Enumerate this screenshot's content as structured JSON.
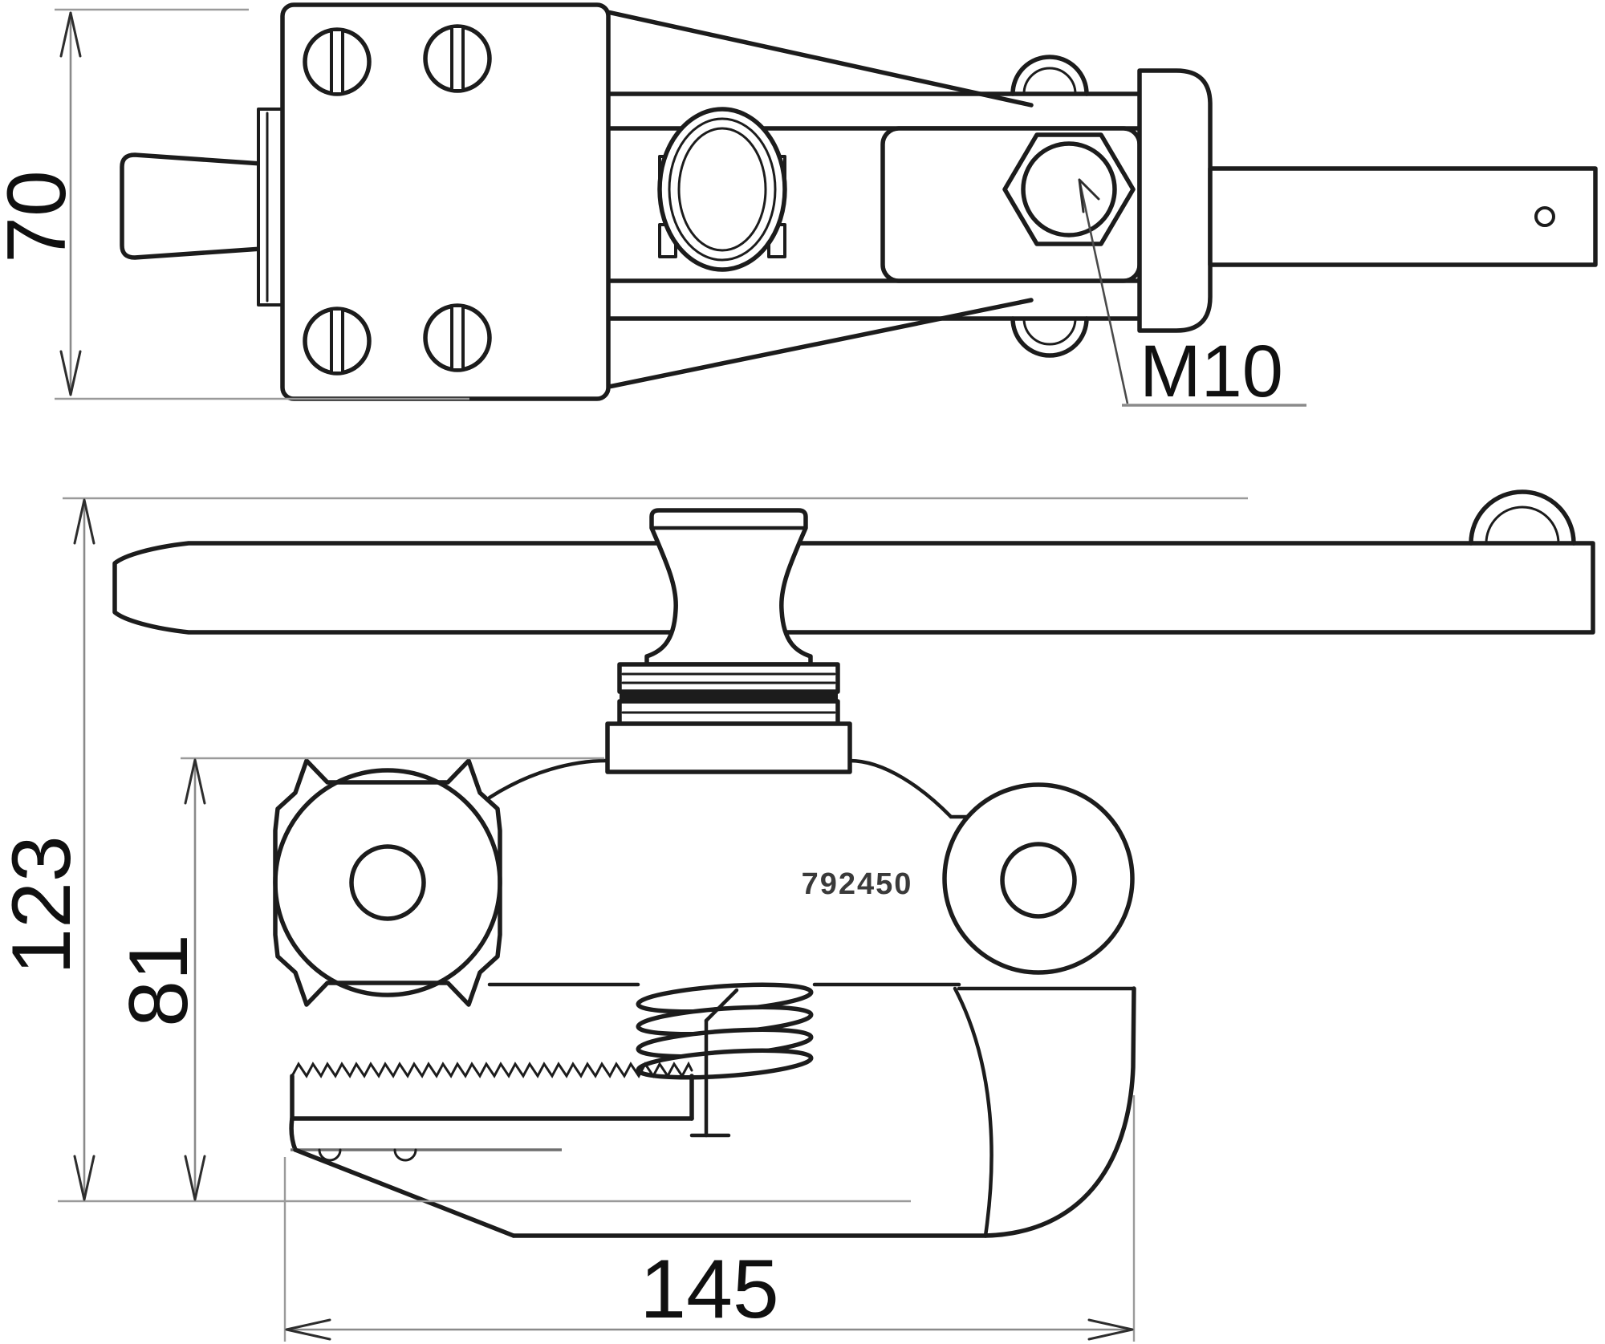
{
  "drawing": {
    "kind": "technical dimension drawing, two orthographic views of a screw clamp",
    "colors": {
      "background": "#ffffff",
      "object_lines": "#1c1c1c",
      "dimension_lines": "#8a8a8a",
      "text": "#101010"
    },
    "labels": {
      "dim_side_view_height": "70",
      "thread_callout": "M10",
      "dim_overall_height": "123",
      "dim_clamp_body_height": "81",
      "part_number": "792450",
      "dim_overall_length": "145"
    }
  }
}
